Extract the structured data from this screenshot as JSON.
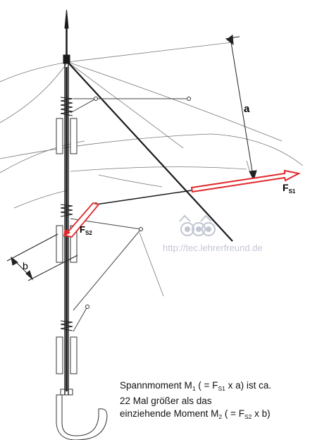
{
  "labels": {
    "a": "a",
    "fs1_main": "F",
    "fs1_sub": "S1",
    "fs2_main": "F",
    "fs2_sub": "S2",
    "b": "b"
  },
  "watermark": {
    "url": "http://tec.lehrerfreund.de",
    "logo": "owls-logo"
  },
  "caption": {
    "l1_a": "Spannmoment M",
    "l1_sub": "1",
    "l1_b": " ( = F",
    "l1_sub2": "S1",
    "l1_c": "  x  a) ist ca.",
    "l2": "22 Mal größer als das",
    "l3_a": "einziehende Moment M",
    "l3_sub": "2",
    "l3_b": " ( = F",
    "l3_sub2": "S2",
    "l3_c": " x b)"
  },
  "colors": {
    "force_arrow": "#e0282a",
    "line": "#1a1a1a",
    "watermark": "#c2c7d2"
  }
}
